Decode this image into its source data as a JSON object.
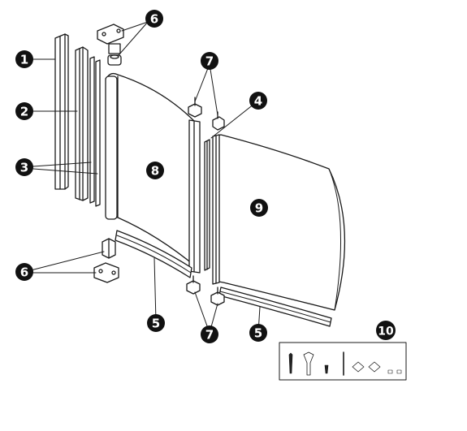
{
  "colors": {
    "line": "#1a1a1a",
    "badge": "#111111",
    "badge_text": "#ffffff",
    "panel_fill": "#ffffff"
  },
  "callouts": [
    {
      "label": "1"
    },
    {
      "label": "2"
    },
    {
      "label": "3"
    },
    {
      "label": "4"
    },
    {
      "label": "5"
    },
    {
      "label": "5"
    },
    {
      "label": "6"
    },
    {
      "label": "6"
    },
    {
      "label": "7"
    },
    {
      "label": "7"
    },
    {
      "label": "8"
    },
    {
      "label": "9"
    },
    {
      "label": "10"
    }
  ]
}
